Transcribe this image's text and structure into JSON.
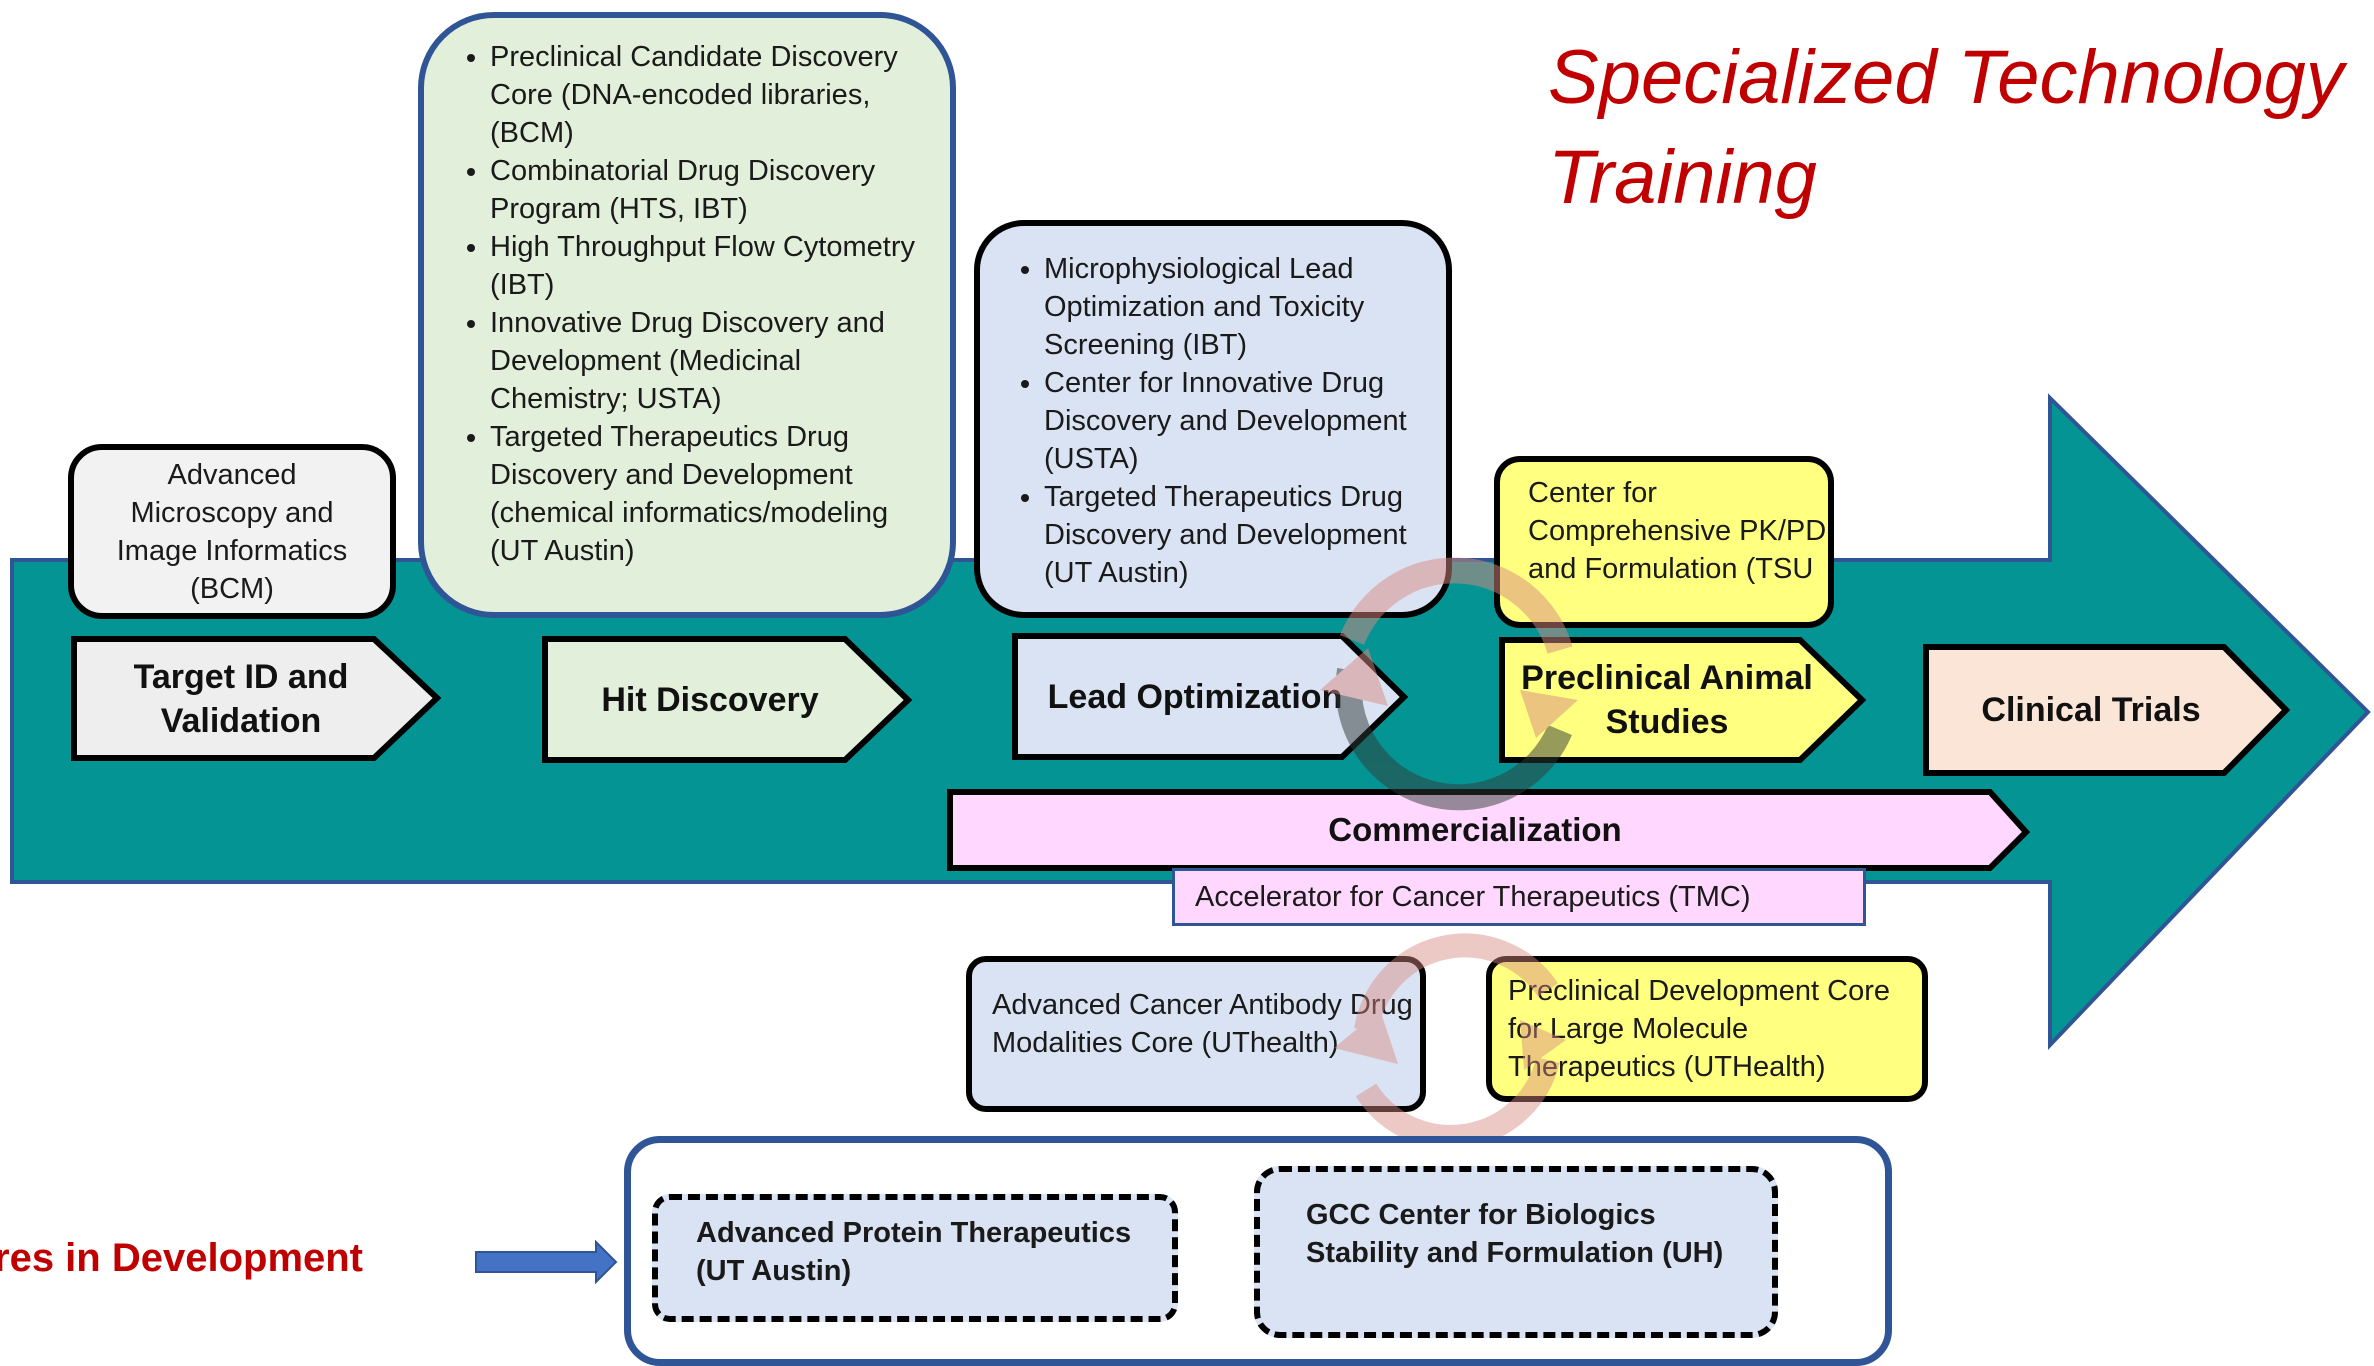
{
  "title": "Specialized Technology Training",
  "colors": {
    "main_arrow": "#049494",
    "target_fill": "#eeeeee",
    "hit_fill": "#e2efda",
    "lead_fill": "#dae3f3",
    "preclinical_fill": "#ffff80",
    "clinical_fill": "#fbe5d6",
    "commercialization_fill": "#ffd7ff",
    "title_red": "#c00000",
    "dev_container_border": "#2f5597"
  },
  "stages": {
    "target": "Target ID and Validation",
    "hit": "Hit Discovery",
    "lead": "Lead Optimization",
    "preclinical": "Preclinical Animal Studies",
    "clinical": "Clinical Trials"
  },
  "target_core": "Advanced Microscopy and Image Informatics (BCM)",
  "hit_cores": [
    "Preclinical  Candidate Discovery Core (DNA-encoded libraries, (BCM)",
    "Combinatorial Drug Discovery Program (HTS, IBT)",
    "High Throughput Flow Cytometry (IBT)",
    "Innovative Drug Discovery and Development (Medicinal Chemistry; USTA)",
    "Targeted Therapeutics Drug Discovery and Development (chemical informatics/modeling (UT Austin)"
  ],
  "lead_cores": [
    "Microphysiological Lead Optimization and Toxicity Screening (IBT)",
    "Center for Innovative Drug Discovery and Development (USTA)",
    "Targeted Therapeutics Drug Discovery and Development (UT Austin)"
  ],
  "preclinical_core": "Center for Comprehensive PK/PD and Formulation (TSU",
  "commercialization": {
    "label": "Commercialization",
    "accelerator": "Accelerator for Cancer Therapeutics (TMC)"
  },
  "antibody_core": "Advanced Cancer Antibody Drug Modalities Core (UThealth)",
  "large_molecule_core": "Preclinical Development Core for Large Molecule Therapeutics (UTHealth)",
  "in_development": {
    "label": "res in Development",
    "cores": [
      "Advanced Protein Therapeutics (UT Austin)",
      "GCC Center for Biologics Stability and Formulation (UH)"
    ]
  }
}
